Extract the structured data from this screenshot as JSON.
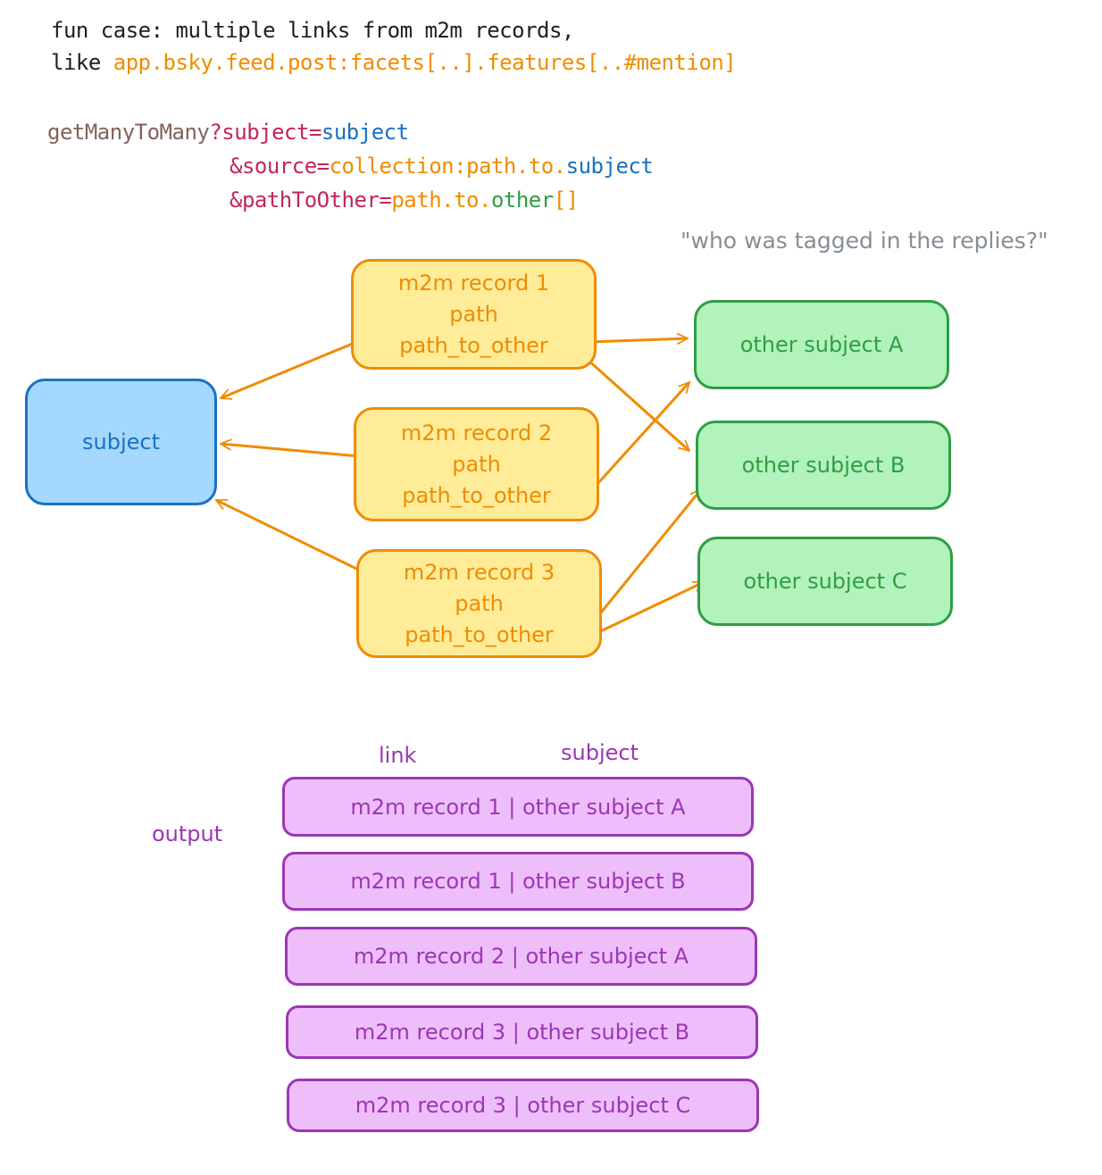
{
  "header": {
    "line1": "fun case: multiple links from m2m records,",
    "line2_prefix": "like ",
    "line2_code": "app.bsky.feed.post:facets[..].features[..#mention]"
  },
  "query": {
    "fn": "getManyToMany",
    "p1_key": "?subject=",
    "p1_val": "subject",
    "p2_key": "&source=",
    "p2_val_a": "collection:path.to.",
    "p2_val_b": "subject",
    "p3_key": "&pathToOther=",
    "p3_val_a": "path.to.",
    "p3_val_b": "other",
    "p3_val_c": "[]"
  },
  "annotation": "\"who was tagged in the replies?\"",
  "diagram": {
    "subject": "subject",
    "records": [
      {
        "title": "m2m record 1",
        "path": "path",
        "path_to_other": "path_to_other"
      },
      {
        "title": "m2m record 2",
        "path": "path",
        "path_to_other": "path_to_other"
      },
      {
        "title": "m2m record 3",
        "path": "path",
        "path_to_other": "path_to_other"
      }
    ],
    "others": [
      "other subject A",
      "other subject B",
      "other subject C"
    ],
    "links": [
      {
        "from": "m2m record 1",
        "to": "other subject A"
      },
      {
        "from": "m2m record 1",
        "to": "other subject B"
      },
      {
        "from": "m2m record 2",
        "to": "other subject A"
      },
      {
        "from": "m2m record 3",
        "to": "other subject B"
      },
      {
        "from": "m2m record 3",
        "to": "other subject C"
      }
    ]
  },
  "output": {
    "label": "output",
    "col_link": "link",
    "col_subject": "subject",
    "rows": [
      "m2m record 1 | other subject A",
      "m2m record 1 | other subject B",
      "m2m record 2 | other subject A",
      "m2m record 3 | other subject B",
      "m2m record 3 | other subject C"
    ]
  },
  "colors": {
    "orange": "#f08c00",
    "blue": "#1971c2",
    "green": "#2f9e44",
    "purple": "#9c36b5",
    "crimson": "#c2255c",
    "brown": "#846358",
    "gray": "#868e96"
  }
}
